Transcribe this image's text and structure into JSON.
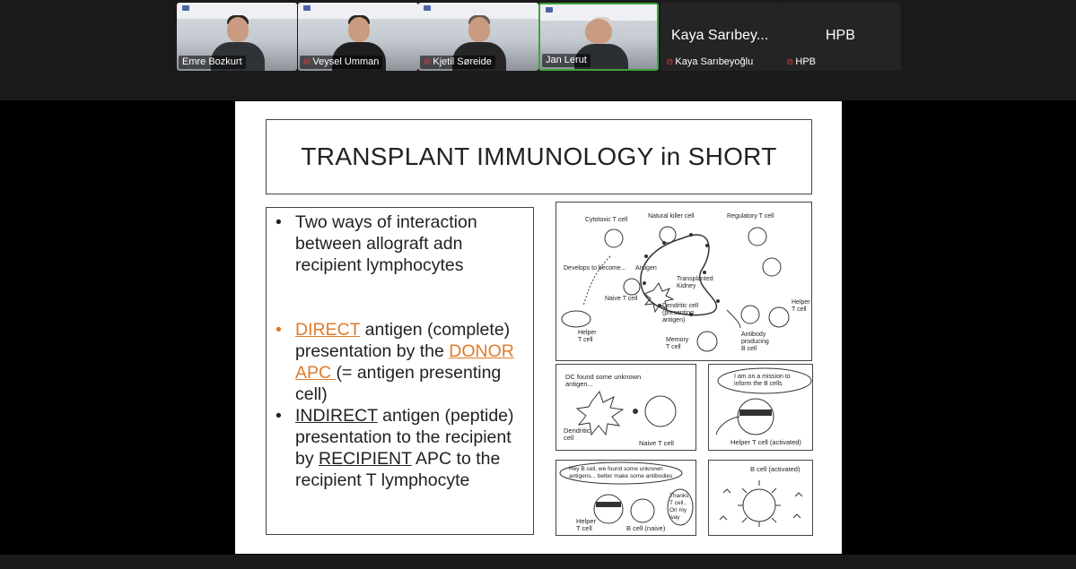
{
  "participants": [
    {
      "name": "Emre Bozkurt",
      "muted": false
    },
    {
      "name": "Veysel Umman",
      "muted": true
    },
    {
      "name": "Kjetil Søreide",
      "muted": true
    },
    {
      "name": "Jan Lerut",
      "muted": false,
      "active_speaker": true
    },
    {
      "name": "Kaya Sarıbeyoğlu",
      "display_short": "Kaya Sarıbey...",
      "muted": true
    },
    {
      "name": "HPB",
      "display_short": "HPB",
      "muted": true
    }
  ],
  "icons": {
    "muted_mic": "muted-mic-icon"
  },
  "slide": {
    "title": "TRANSPLANT IMMUNOLOGY in SHORT",
    "bullet1": "Two ways of interaction between allograft adn recipient lymphocytes",
    "bullet2": {
      "part1": "DIRECT",
      "part2": " antigen (complete) presentation by the ",
      "part3": "DONOR APC ",
      "part4": "(= antigen presenting cell)"
    },
    "bullet3": {
      "part1": "INDIRECT",
      "part2": " antigen (peptide) presentation to the recipient by ",
      "part3": "RECIPIENT",
      "part4": " APC to the recipient T lymphocyte"
    },
    "diagram": {
      "labels": {
        "cytotoxic": "Cytotoxic T cell",
        "nk": "Natural killer cell",
        "regulatory": "Regulatory T cell",
        "develops": "Develops to become...",
        "antigen": "Antigen",
        "kidney": "Transplanted Kidney",
        "naive": "Naive T cell",
        "dendritic": "Dendritic cell (presenting antigen)",
        "helper_right": "Helper T cell",
        "helper_left": "Helper T cell",
        "memory": "Memory T cell",
        "antibody": "Antibody producing B cell"
      }
    },
    "panel2": {
      "caption": "DC found some unknown antigen...",
      "dendritic": "Dendritic cell",
      "naive": "Naive T cell"
    },
    "panel3": {
      "speech": "I am on a mission to inform the B cells",
      "caption": "Helper T cell (activated)"
    },
    "panel4": {
      "speech": "Hey B cell, we found some unknown antigens... better make some antibodies",
      "reply": "Thanks T cell.. On my way",
      "helper": "Helper T cell",
      "bcell": "B cell (naive)"
    },
    "panel5": {
      "caption": "B cell (activated)"
    }
  },
  "colors": {
    "accent_orange": "#e07b2a",
    "active_border": "#3ea33a",
    "muted_red": "#e53935"
  }
}
